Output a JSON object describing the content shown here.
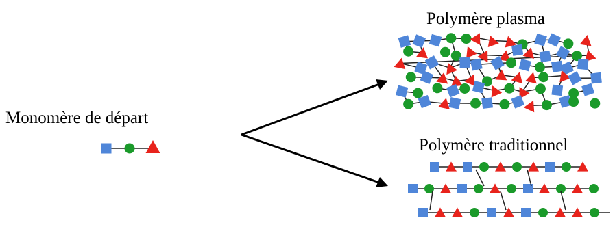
{
  "labels": {
    "start_monomer": "Monomère de départ",
    "plasma_polymer": "Polymère plasma",
    "traditional_polymer": "Polymère traditionnel"
  },
  "colors": {
    "square": "#4f86d9",
    "circle": "#1a9a2a",
    "triangle": "#e8231c",
    "arrow": "#000000",
    "bond": "#222222"
  },
  "icons": [
    "square-unit",
    "circle-unit",
    "triangle-unit",
    "arrow"
  ]
}
